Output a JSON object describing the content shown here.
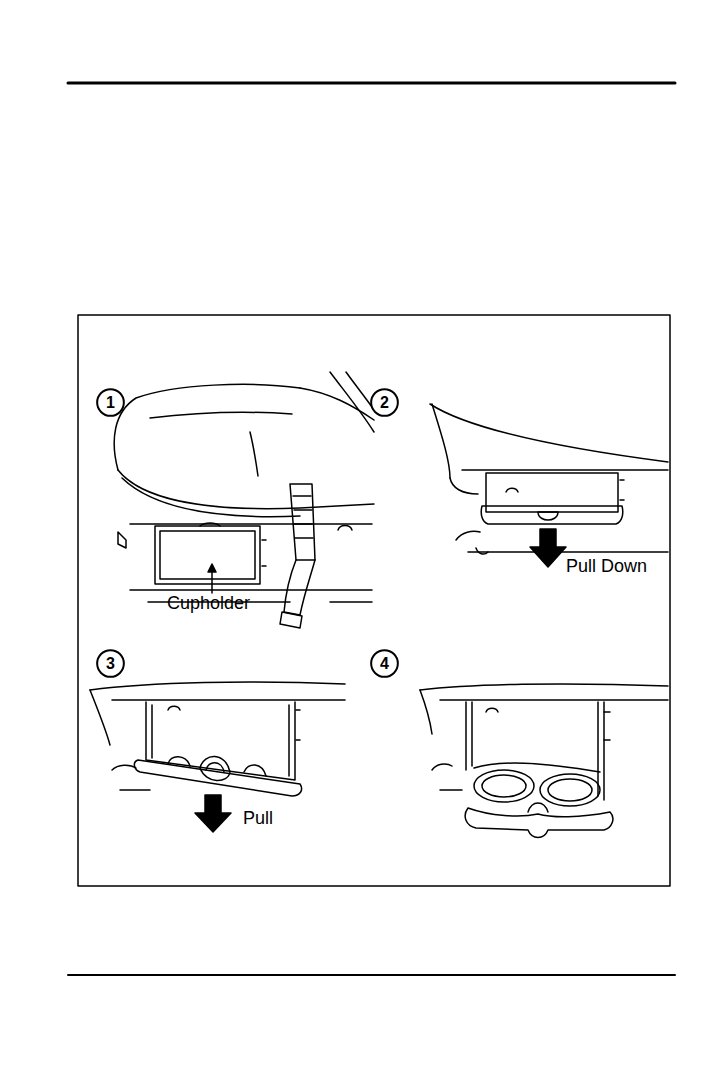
{
  "diagram": {
    "nodes": [
      {
        "text": [
          "1"
        ]
      },
      {
        "text": [
          "2"
        ]
      },
      {
        "text": [
          "3"
        ]
      },
      {
        "text": [
          "4"
        ]
      }
    ],
    "labels": [
      "Cupholder",
      "Pull Down",
      "Pull"
    ]
  }
}
